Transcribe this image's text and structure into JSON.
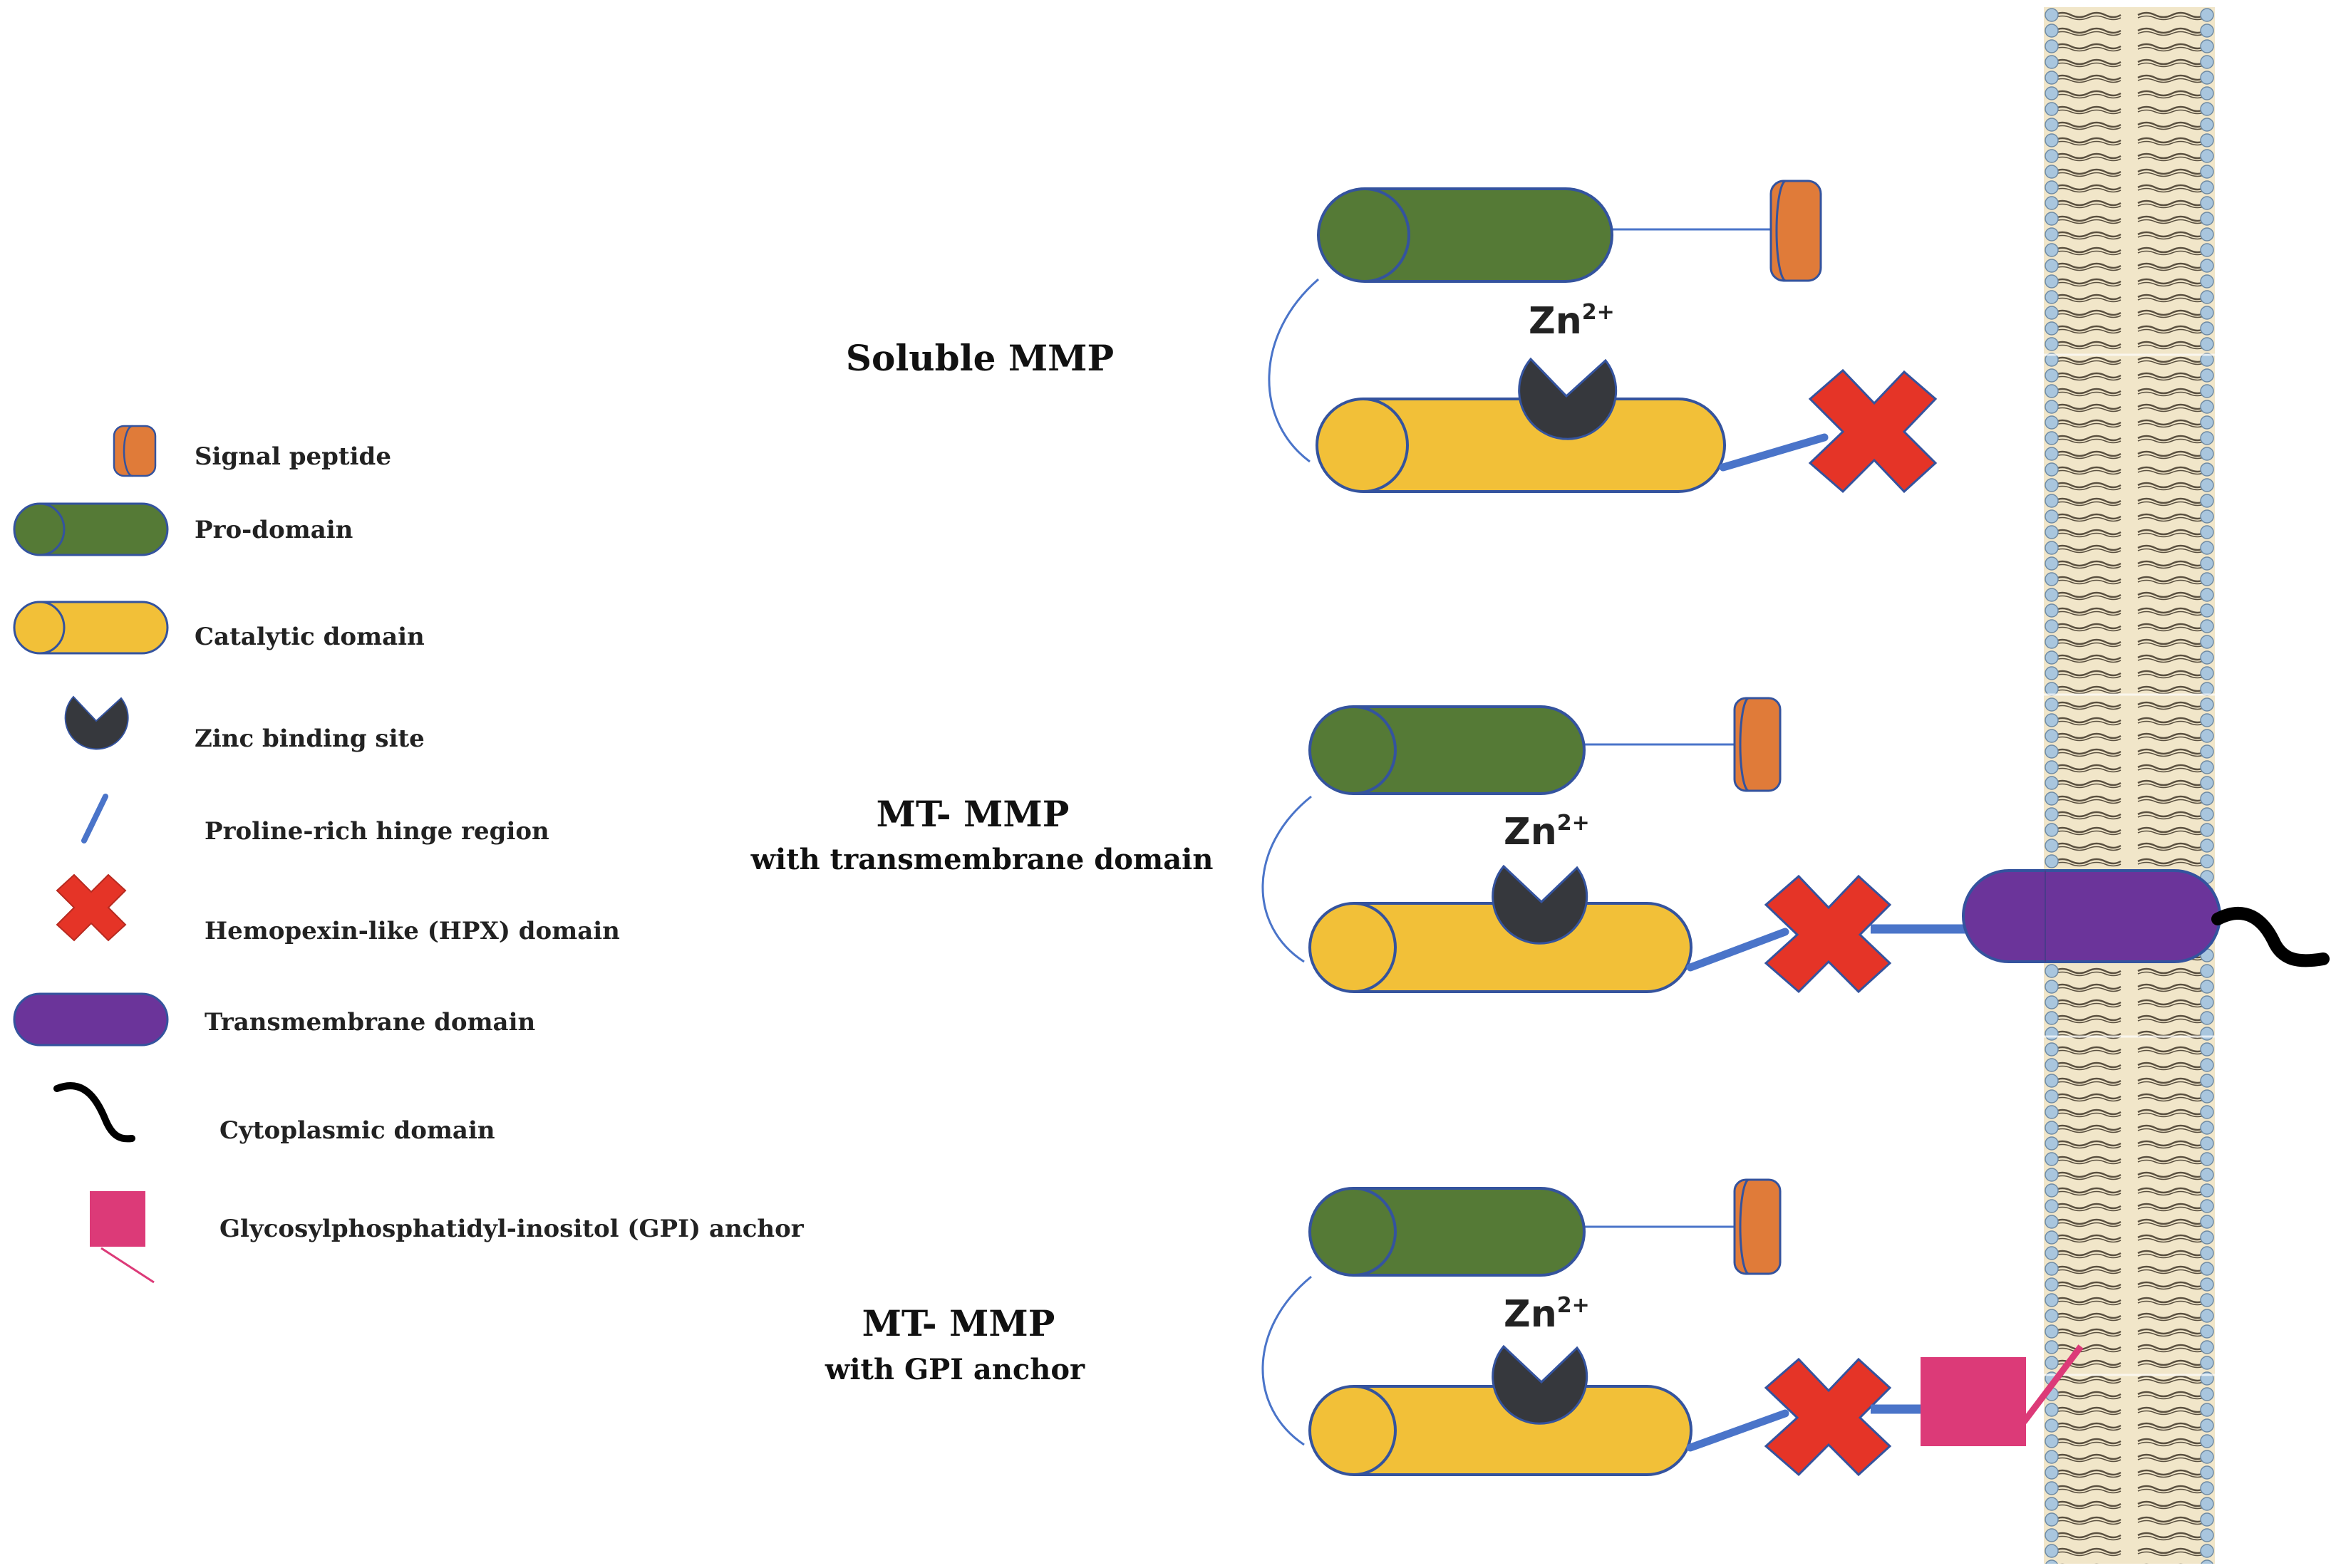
{
  "legend": {
    "signal_peptide": "Signal peptide",
    "pro_domain": "Pro-domain",
    "catalytic_domain": "Catalytic domain",
    "zinc_binding_site": "Zinc binding site",
    "hinge_region": "Proline-rich hinge region",
    "hpx_domain": "Hemopexin-like (HPX) domain",
    "transmembrane_domain": "Transmembrane domain",
    "cytoplasmic_domain": "Cytoplasmic domain",
    "gpi_anchor": "Glycosylphosphatidyl-inositol (GPI) anchor"
  },
  "constructs": {
    "soluble": {
      "title": "Soluble MMP",
      "zn": "Zn",
      "zn_charge": "2+"
    },
    "mt_transmembrane": {
      "title": "MT- MMP",
      "subtitle": "with transmembrane domain",
      "zn": "Zn",
      "zn_charge": "2+"
    },
    "mt_gpi": {
      "title": "MT- MMP",
      "subtitle": "with GPI anchor",
      "zn": "Zn",
      "zn_charge": "2+"
    }
  },
  "colors": {
    "signal_peptide": "#e07b39",
    "pro_domain": "#557a36",
    "catalytic_domain": "#f2c038",
    "zinc_site": "#36383d",
    "hinge": "#4a74c9",
    "hpx": "#e53427",
    "transmembrane": "#6b349a",
    "cytoplasmic": "#000000",
    "gpi": "#dc3a78",
    "outline": "#34539e",
    "membrane_head": "#a9c6de",
    "membrane_band": "#f1e6c9"
  }
}
